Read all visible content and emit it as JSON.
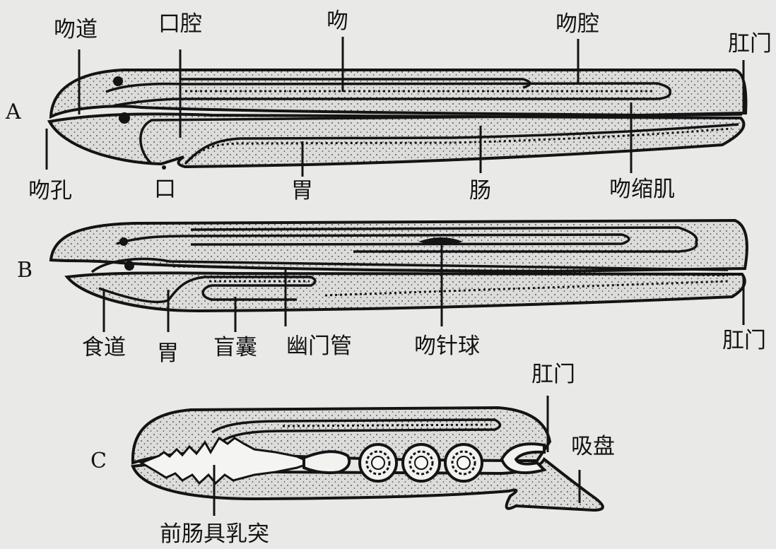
{
  "panels": [
    {
      "id": "A",
      "letter": "A",
      "labels": [
        "吻道",
        "口腔",
        "吻",
        "吻腔",
        "肛门",
        "吻孔",
        "口",
        "胃",
        "肠",
        "吻缩肌"
      ]
    },
    {
      "id": "B",
      "letter": "B",
      "labels": [
        "食道",
        "胃",
        "盲囊",
        "幽门管",
        "吻针球",
        "肛门"
      ]
    },
    {
      "id": "C",
      "letter": "C",
      "labels": [
        "肛门",
        "吸盘",
        "前肠具乳突"
      ]
    }
  ],
  "colors": {
    "ink": "#141414",
    "paper": "#e9e9e7",
    "body_fill": "#dedede"
  }
}
